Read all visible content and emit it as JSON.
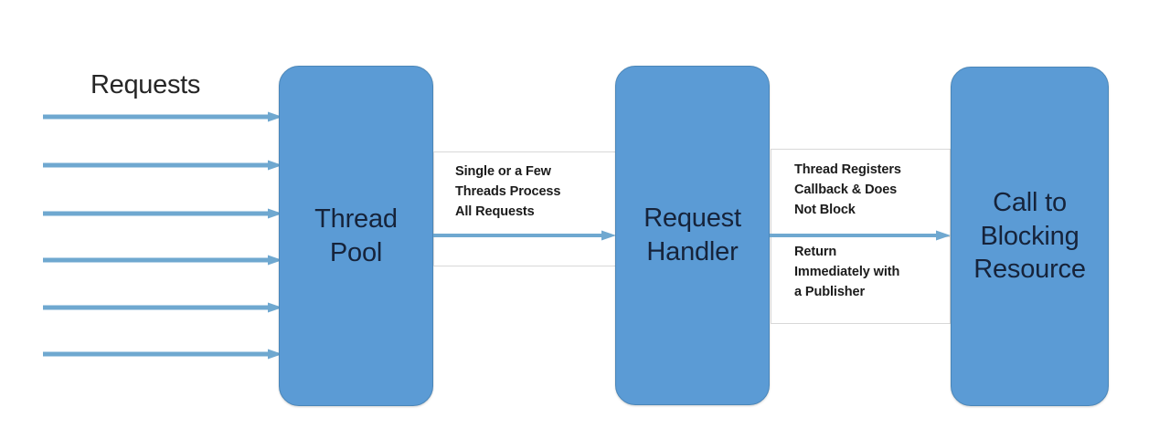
{
  "diagram": {
    "title_text": "Requests",
    "background_color": "#ffffff",
    "box_fill_color": "#5B9BD5",
    "box_text_color": "#16233A",
    "arrow_color": "#6FA8D0",
    "label_text_color": "#1b1b1b",
    "boxes": [
      {
        "id": "thread-pool",
        "label": "Thread\nPool"
      },
      {
        "id": "request-handler",
        "label": "Request\nHandler"
      },
      {
        "id": "blocking-resource",
        "label": "Call to\nBlocking\nResource"
      }
    ],
    "flow_labels": [
      {
        "id": "single-threads",
        "text": "Single or a Few\nThreads Process\nAll Requests"
      },
      {
        "id": "thread-registers",
        "text": "Thread Registers\nCallback & Does\nNot Block"
      },
      {
        "id": "return-publisher",
        "text": "Return\nImmediately with\na Publisher"
      }
    ],
    "incoming_request_arrows": {
      "count": 6,
      "name": "request-arrow"
    },
    "connector_arrows": [
      {
        "id": "threadpool-to-handler",
        "from": "thread-pool",
        "to": "request-handler"
      },
      {
        "id": "handler-to-resource",
        "from": "request-handler",
        "to": "blocking-resource"
      }
    ]
  }
}
